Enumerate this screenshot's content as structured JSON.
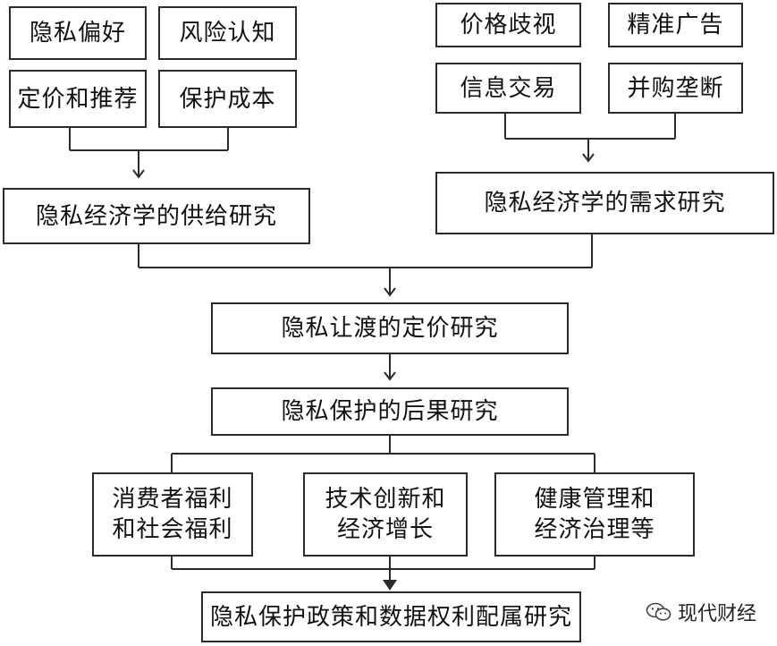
{
  "supply_factors": [
    "隐私偏好",
    "风险认知",
    "定价和推荐",
    "保护成本"
  ],
  "demand_factors": [
    "价格歧视",
    "精准广告",
    "信息交易",
    "并购垄断"
  ],
  "supply_research": "隐私经济学的供给研究",
  "demand_research": "隐私经济学的需求研究",
  "pricing_research": "隐私让渡的定价研究",
  "consequence_research": "隐私保护的后果研究",
  "consequences": [
    [
      "消费者福利",
      "和社会福利"
    ],
    [
      "技术创新和",
      "经济增长"
    ],
    [
      "健康管理和",
      "经济治理等"
    ]
  ],
  "policy_research": "隐私保护政策和数据权利配属研究",
  "watermark": "现代财经",
  "colors": {
    "line": "#2b2b2b",
    "background": "#ffffff",
    "text": "#111111"
  }
}
